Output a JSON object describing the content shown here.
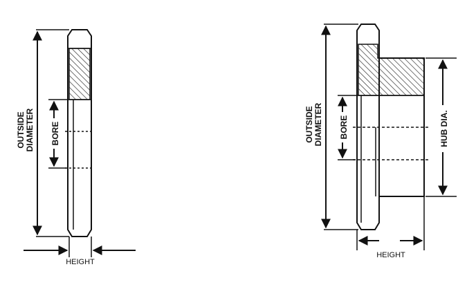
{
  "left_drawing": {
    "outside_diameter_line1": "OUTSIDE",
    "outside_diameter_line2": "DIAMETER",
    "bore": "BORE",
    "height": "HEIGHT"
  },
  "right_drawing": {
    "outside_diameter_line1": "OUTSIDE",
    "outside_diameter_line2": "DIAMETER",
    "bore": "BORE",
    "hub_dia": "HUB DIA.",
    "height": "HEIGHT"
  }
}
